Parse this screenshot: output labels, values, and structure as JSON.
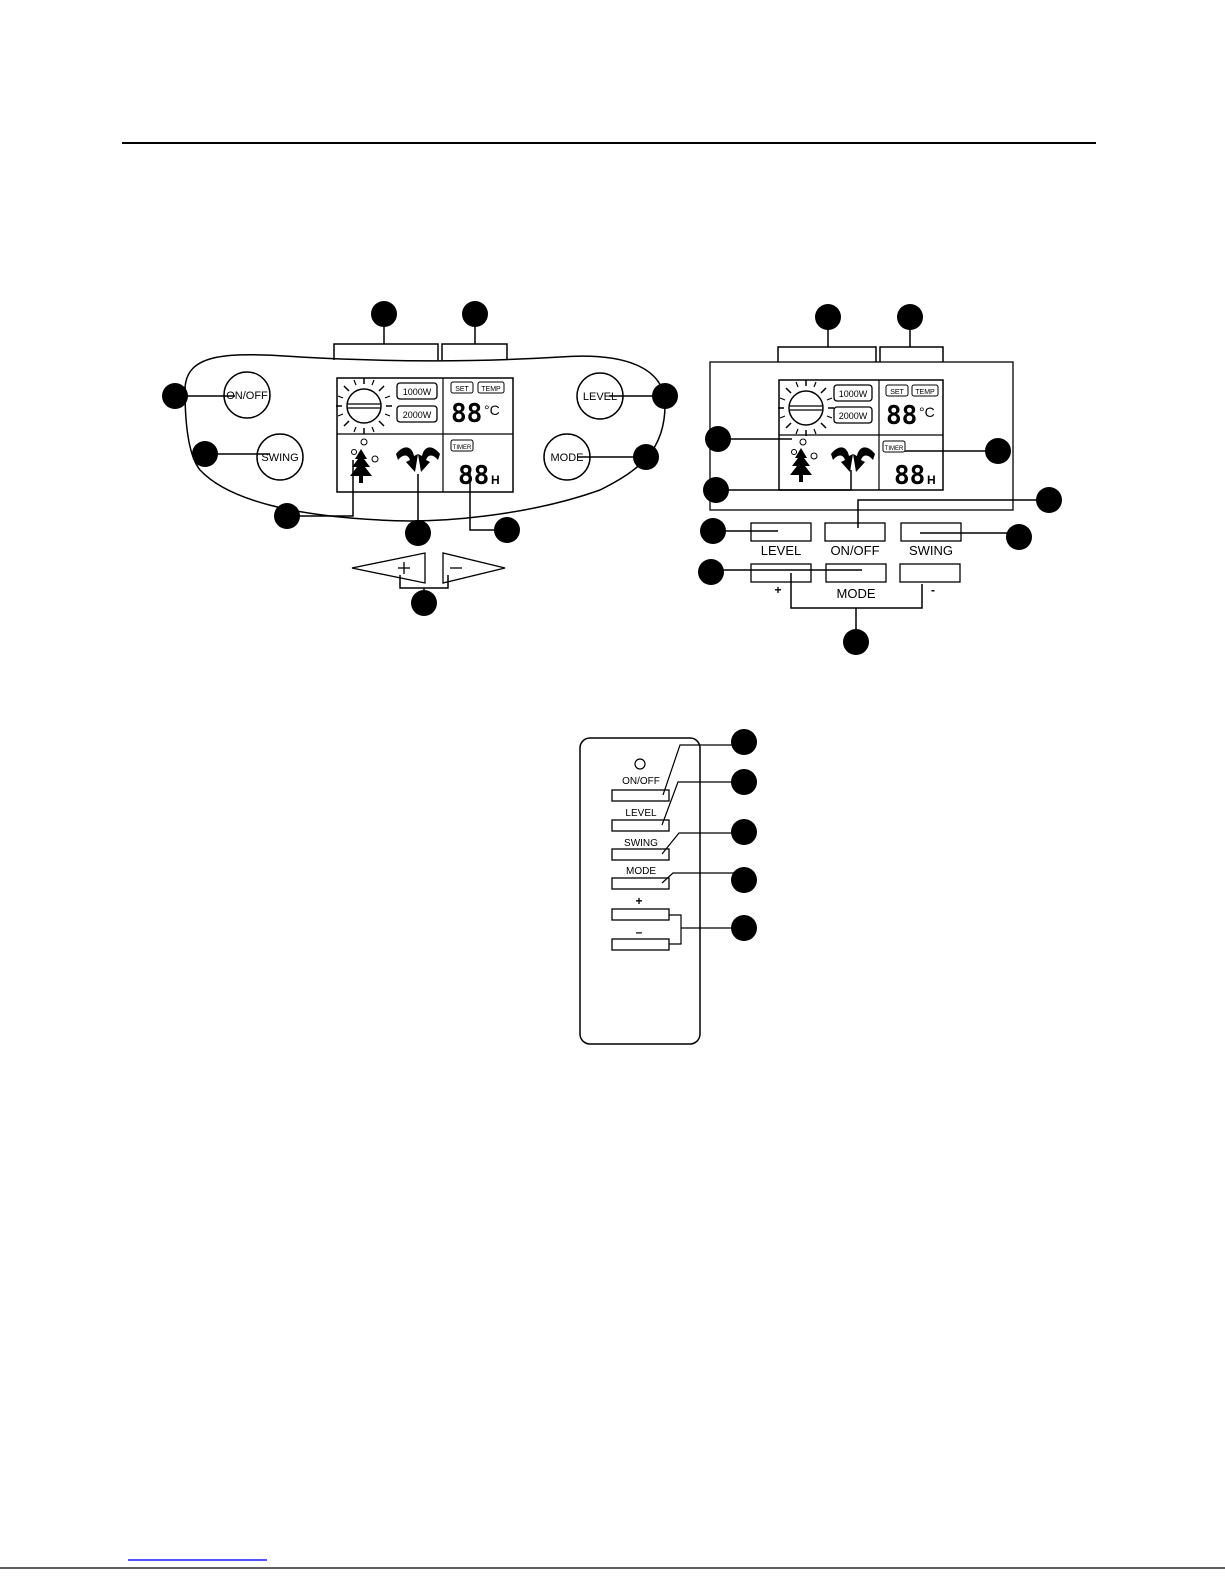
{
  "panel_a": {
    "buttons": {
      "on_off": "ON/OFF",
      "swing": "SWING",
      "level": "LEVEL",
      "mode": "MODE"
    },
    "display": {
      "power_low": "1000W",
      "power_high": "2000W",
      "set": "SET",
      "temp": "TEMP",
      "temp_digits": "88",
      "temp_unit": "°C",
      "timer": "TIMER",
      "timer_digits": "88",
      "timer_unit": "H"
    }
  },
  "panel_b": {
    "buttons": {
      "level": "LEVEL",
      "on_off": "ON/OFF",
      "swing": "SWING",
      "mode": "MODE",
      "plus": "+",
      "minus": "-"
    },
    "display": {
      "power_low": "1000W",
      "power_high": "2000W",
      "set": "SET",
      "temp": "TEMP",
      "temp_digits": "88",
      "temp_unit": "°C",
      "timer": "TIMER",
      "timer_digits": "88",
      "timer_unit": "H"
    }
  },
  "remote": {
    "buttons": {
      "on_off": "ON/OFF",
      "level": "LEVEL",
      "swing": "SWING",
      "mode": "MODE",
      "plus": "+",
      "minus": "–"
    }
  },
  "colors": {
    "line": "#000000",
    "background": "#ffffff",
    "footer_line": "#1a1aff"
  },
  "icons": [
    "sun-icon",
    "tree-icon",
    "swing-arrows-icon",
    "callout-marker-icon"
  ]
}
